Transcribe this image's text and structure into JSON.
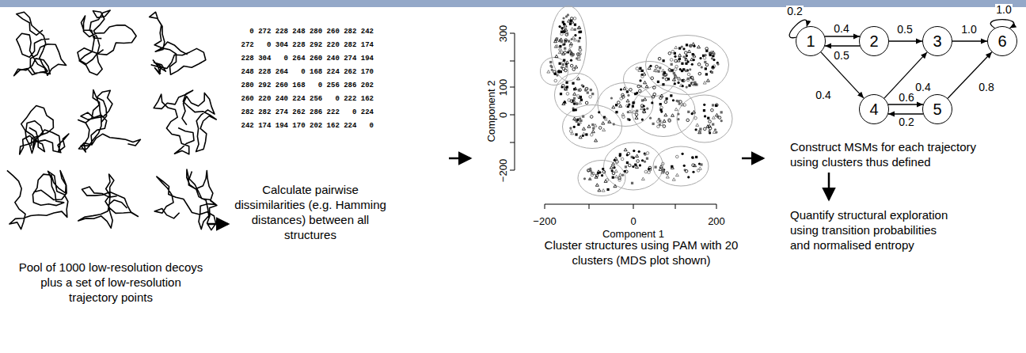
{
  "diagram": {
    "nodes": [
      {
        "text": [
          "1"
        ]
      },
      {
        "text": [
          "2"
        ]
      },
      {
        "text": [
          "3"
        ]
      },
      {
        "text": [
          "6"
        ]
      },
      {
        "text": [
          "4"
        ]
      },
      {
        "text": [
          "5"
        ]
      }
    ],
    "edges": [
      {
        "from": 0,
        "to": 0,
        "arrow": "to",
        "label": "0.2"
      },
      {
        "from": 0,
        "to": 1,
        "arrow": "to",
        "label": "0.4"
      },
      {
        "from": 1,
        "to": 0,
        "arrow": "to",
        "label": "0.5"
      },
      {
        "from": 1,
        "to": 2,
        "arrow": "to",
        "label": "0.5"
      },
      {
        "from": 2,
        "to": 3,
        "arrow": "to",
        "label": "1.0"
      },
      {
        "from": 3,
        "to": 3,
        "arrow": "to",
        "label": "1.0"
      },
      {
        "from": 0,
        "to": 4,
        "arrow": "to",
        "label": "0.4"
      },
      {
        "from": 4,
        "to": 2,
        "arrow": "to",
        "label": "0.4"
      },
      {
        "from": 4,
        "to": 5,
        "arrow": "to",
        "label": "0.6"
      },
      {
        "from": 5,
        "to": 4,
        "arrow": "to",
        "label": "0.2"
      },
      {
        "from": 5,
        "to": 3,
        "arrow": "to",
        "label": "0.8"
      }
    ],
    "labels": [
      "Pool of 1000 low-resolution decoys plus a set of low-resolution trajectory points",
      "0 272 228 248 280 260 282 242",
      "272   0 304 228 292 220 282 174",
      "228 304   0 264 260 240 274 194",
      "248 228 264   0 168 224 262 170",
      "280 292 260 168   0 256 286 202",
      "260 220 240 224 256   0 222 162",
      "282 282 274 262 286 222   0 224",
      "242 174 194 170 202 162 224   0",
      "Calculate pairwise dissimilarities (e.g. Hamming distances) between all structures",
      "300",
      "100",
      "0",
      "−200",
      "Component 2",
      "−200",
      "0",
      "200",
      "Component 1",
      "Cluster structures using PAM with 20 clusters (MDS plot shown)",
      "Construct MSMs for each trajectory using clusters thus defined",
      "Quantify structural exploration using transition probabilities and normalised entropy"
    ]
  }
}
